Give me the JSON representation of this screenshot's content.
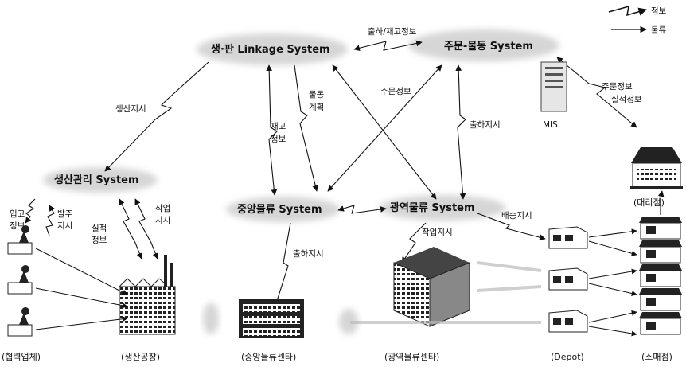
{
  "legend": {
    "info": "정보",
    "logistics": "물류"
  },
  "systems": {
    "linkage": "생·판 Linkage System",
    "order": "주문-물동 System",
    "production": "생산관리 System",
    "central": "중앙물류 System",
    "regional": "광역물류 System"
  },
  "flows": {
    "shipment_inventory": "출하/재고정보",
    "production_order": "생산지시",
    "order_info": "주문정보",
    "shipping_order_order": "출하지시",
    "inventory_info_1": "재고",
    "inventory_info_2": "정보",
    "logistics_plan_1": "물동",
    "logistics_plan_2": "계획",
    "agency_info_1": "주문정보",
    "agency_info_2": "실적정보",
    "receiving_1": "입고",
    "receiving_2": "정보",
    "ordering_1": "발주",
    "ordering_2": "지시",
    "work_order_1": "작업",
    "work_order_2": "지시",
    "results_1": "실적",
    "results_2": "정보",
    "shipping_order_central": "출하지시",
    "work_order_regional": "작업지시",
    "delivery_order": "배송지시",
    "mis": "MIS"
  },
  "captions": {
    "partners": "(협력업체)",
    "factory": "(생산공장)",
    "central_center": "(중앙물류센타)",
    "regional_center": "(광역물류센타)",
    "depot": "(Depot)",
    "retail": "(소매점)",
    "agency": "(대리점)"
  }
}
